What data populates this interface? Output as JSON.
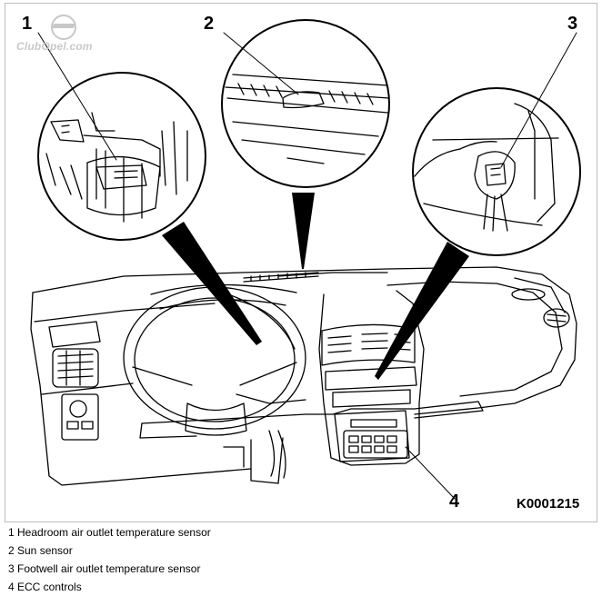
{
  "watermark": {
    "text": "ClubOpel.com",
    "icon": "opel-logo-icon"
  },
  "callouts": [
    "1",
    "2",
    "3",
    "4"
  ],
  "figure_code": "K0001215",
  "legend": [
    "1 Headroom air outlet temperature sensor",
    "2 Sun sensor",
    "3 Footwell air outlet temperature sensor",
    "4 ECC controls"
  ],
  "colors": {
    "line": "#000000",
    "frame": "#bdbdbd",
    "watermark": "#c8c8c8"
  }
}
